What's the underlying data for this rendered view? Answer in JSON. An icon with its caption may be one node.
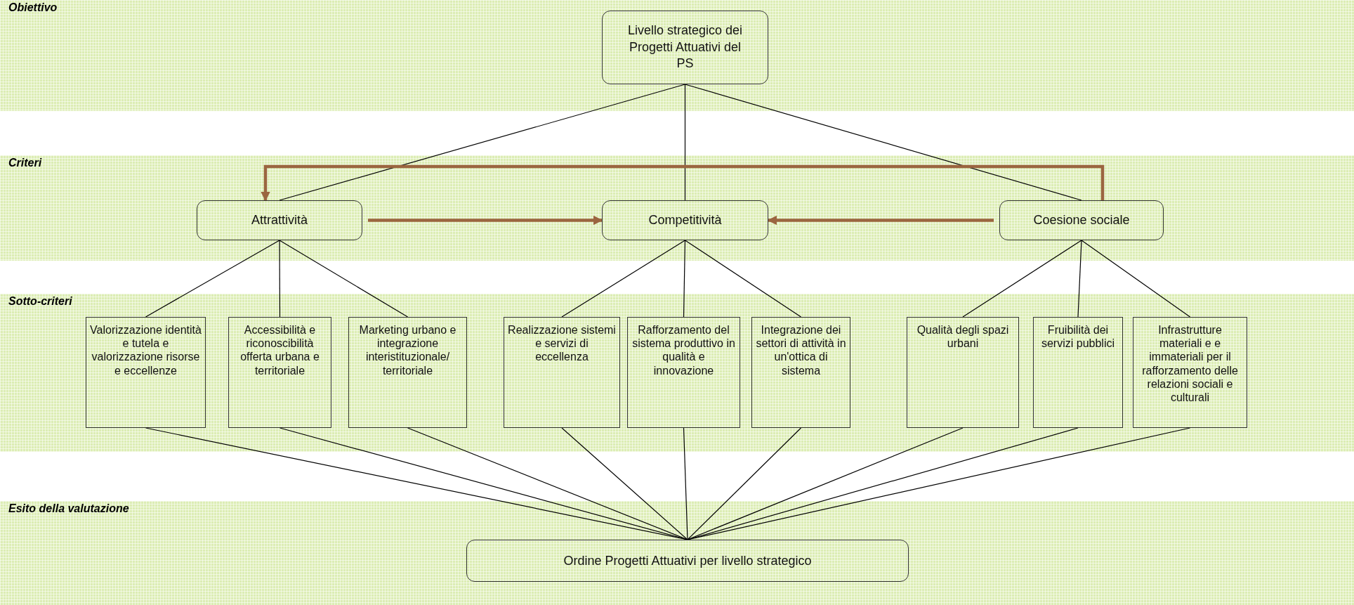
{
  "diagram": {
    "nodes": [
      {
        "text": [
          "Obiettivo"
        ]
      },
      {
        "text": [
          "Livello strategico dei Progetti Attuativi del PS"
        ],
        "in": 0
      },
      {
        "text": [
          "Criteri"
        ]
      },
      {
        "text": [
          "Attrattività"
        ],
        "in": 2
      },
      {
        "text": [
          "Competitività"
        ],
        "in": 2
      },
      {
        "text": [
          "Coesione sociale"
        ],
        "in": 2
      },
      {
        "text": [
          "Sotto-criteri"
        ]
      },
      {
        "text": [
          "Valorizzazione identità e tutela e valorizzazione risorse e eccellenze"
        ],
        "in": 6
      },
      {
        "text": [
          "Accessibilità e riconoscibilità offerta urbana e territoriale"
        ],
        "in": 6
      },
      {
        "text": [
          "Marketing urbano e integrazione interistituzionale/ territoriale"
        ],
        "in": 6
      },
      {
        "text": [
          "Realizzazione sistemi e servizi di eccellenza"
        ],
        "in": 6
      },
      {
        "text": [
          "Rafforzamento del sistema produttivo in qualità e innovazione"
        ],
        "in": 6
      },
      {
        "text": [
          "Integrazione dei settori di attività in un'ottica di sistema"
        ],
        "in": 6
      },
      {
        "text": [
          "Qualità degli spazi urbani"
        ],
        "in": 6
      },
      {
        "text": [
          "Fruibilità dei servizi pubblici"
        ],
        "in": 6
      },
      {
        "text": [
          "Infrastrutture materiali e e immateriali per il rafforzamento delle relazioni sociali e culturali"
        ],
        "in": 6
      },
      {
        "text": [
          "Esito della valutazione"
        ]
      },
      {
        "text": [
          "Ordine Progetti Attuativi per livello strategico"
        ],
        "in": 16
      }
    ],
    "edges": [
      {
        "from": 1,
        "to": 3,
        "arrow": "none"
      },
      {
        "from": 1,
        "to": 4,
        "arrow": "none"
      },
      {
        "from": 1,
        "to": 5,
        "arrow": "none"
      },
      {
        "from": 3,
        "to": 4,
        "arrow": "to",
        "style": "thick",
        "color": "#9b6540"
      },
      {
        "from": 5,
        "to": 4,
        "arrow": "to",
        "style": "thick",
        "color": "#9b6540"
      },
      {
        "from": 5,
        "to": 3,
        "arrow": "to",
        "style": "thick",
        "color": "#9b6540"
      },
      {
        "from": 3,
        "to": 7,
        "arrow": "none"
      },
      {
        "from": 3,
        "to": 8,
        "arrow": "none"
      },
      {
        "from": 3,
        "to": 9,
        "arrow": "none"
      },
      {
        "from": 4,
        "to": 10,
        "arrow": "none"
      },
      {
        "from": 4,
        "to": 11,
        "arrow": "none"
      },
      {
        "from": 4,
        "to": 12,
        "arrow": "none"
      },
      {
        "from": 5,
        "to": 13,
        "arrow": "none"
      },
      {
        "from": 5,
        "to": 14,
        "arrow": "none"
      },
      {
        "from": 5,
        "to": 15,
        "arrow": "none"
      },
      {
        "from": 7,
        "to": 17,
        "arrow": "none"
      },
      {
        "from": 8,
        "to": 17,
        "arrow": "none"
      },
      {
        "from": 9,
        "to": 17,
        "arrow": "none"
      },
      {
        "from": 10,
        "to": 17,
        "arrow": "none"
      },
      {
        "from": 11,
        "to": 17,
        "arrow": "none"
      },
      {
        "from": 12,
        "to": 17,
        "arrow": "none"
      },
      {
        "from": 13,
        "to": 17,
        "arrow": "none"
      },
      {
        "from": 14,
        "to": 17,
        "arrow": "none"
      },
      {
        "from": 15,
        "to": 17,
        "arrow": "none"
      }
    ]
  }
}
